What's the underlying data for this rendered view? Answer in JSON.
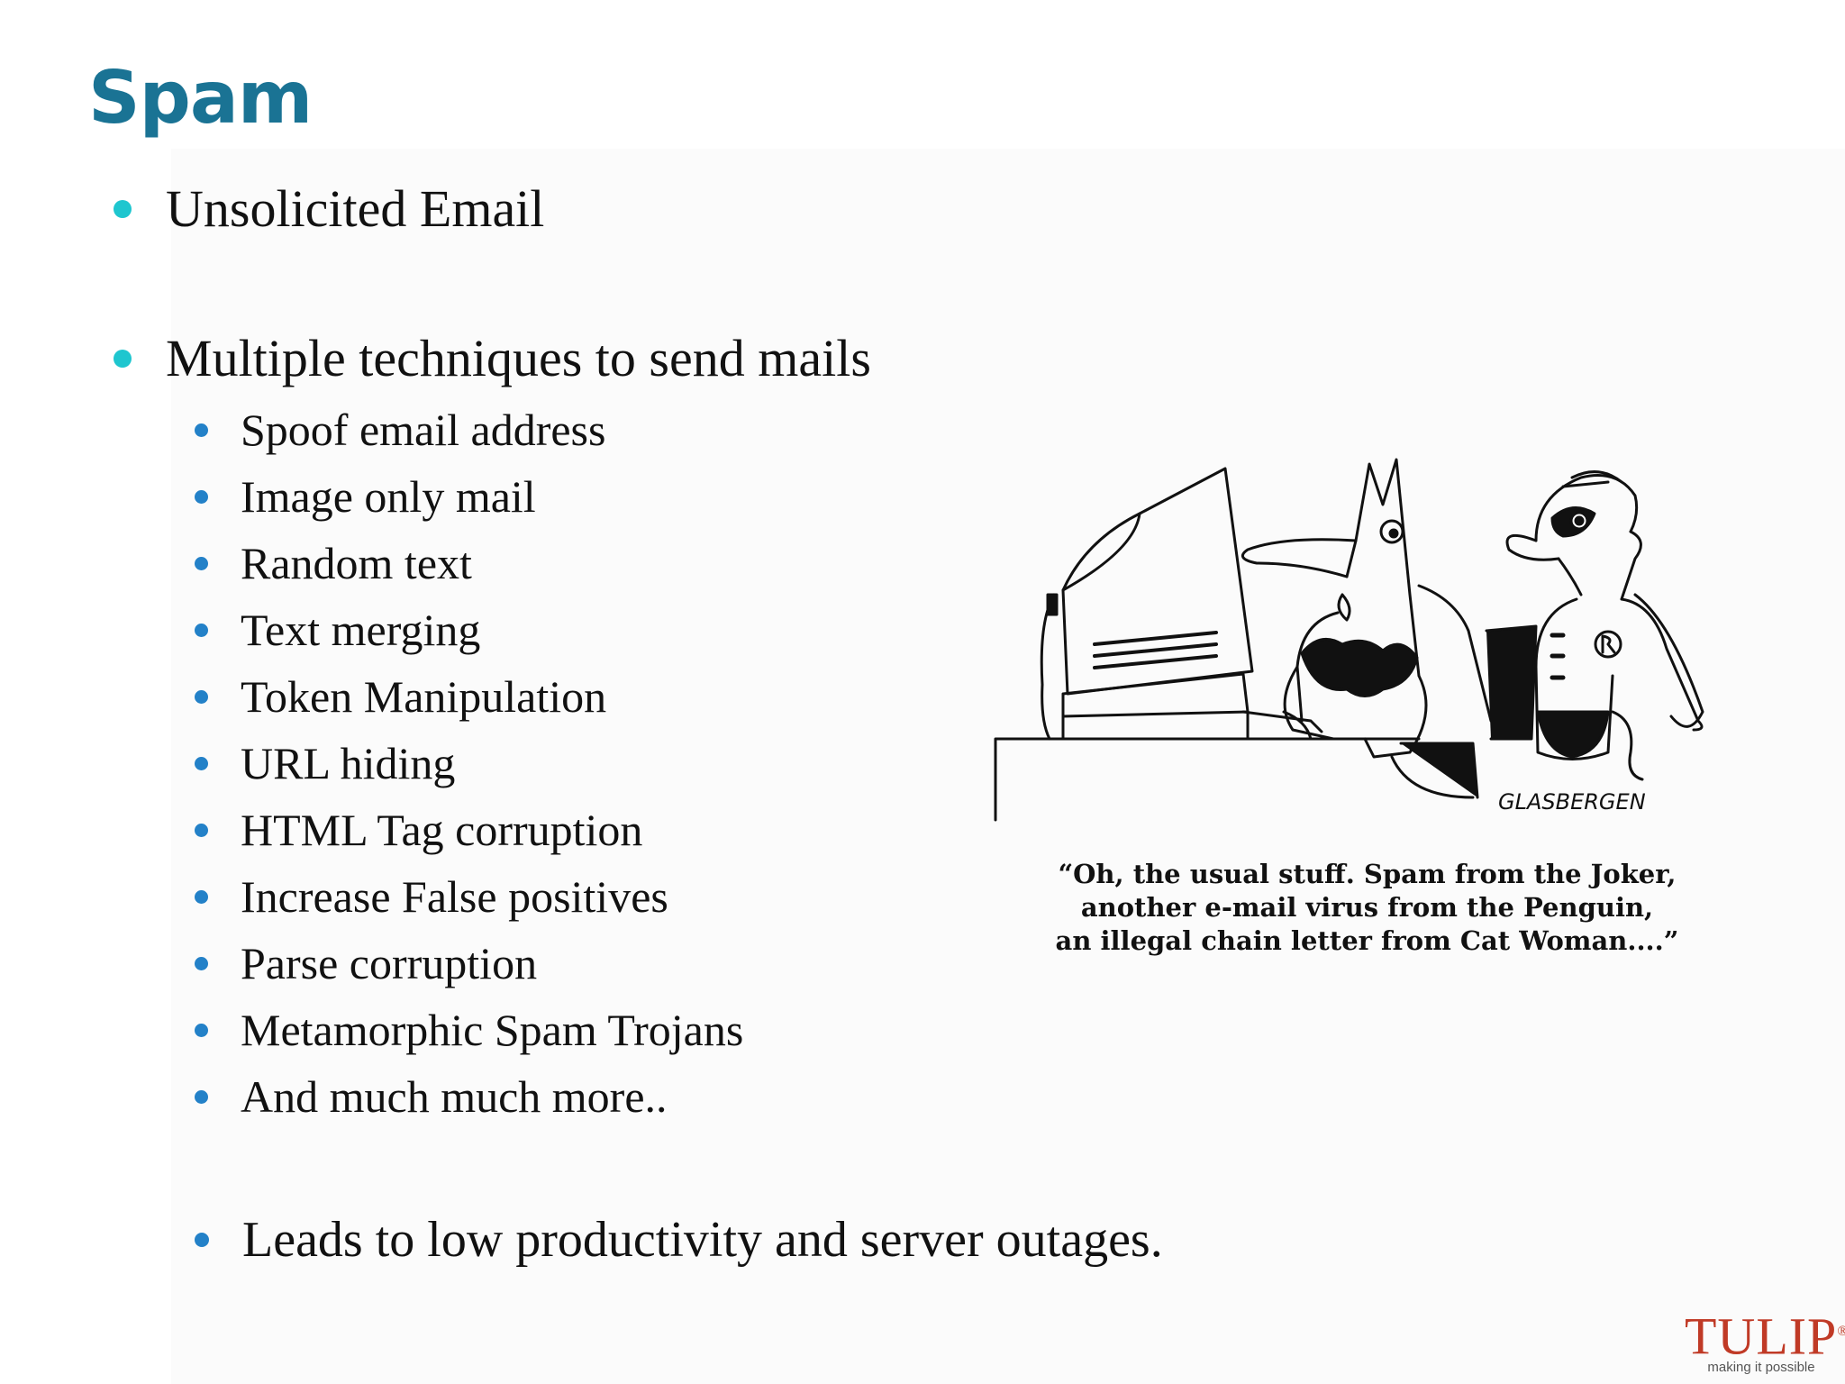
{
  "slide": {
    "title": "Spam",
    "bullets_level1": [
      "Unsolicited Email",
      "Multiple techniques to send mails"
    ],
    "techniques": [
      "Spoof email address",
      "Image only mail",
      "Random text",
      "Text merging",
      "Token Manipulation",
      "URL hiding",
      "HTML Tag corruption",
      "Increase False positives",
      "Parse corruption",
      "Metamorphic Spam Trojans",
      "And much much more.."
    ],
    "closing_bullet": "Leads to low productivity and server outages."
  },
  "cartoon": {
    "signature": "GLASBERGEN",
    "caption_lines": [
      "“Oh, the usual stuff. Spam from the Joker,",
      "another e-mail virus from the Penguin,",
      "an illegal chain letter from Cat Woman....”"
    ]
  },
  "logo": {
    "word": "TULIP",
    "mark": "®",
    "tagline": "making it possible"
  },
  "colors": {
    "title": "#1a7394",
    "bullet_level1": "#1ec6cf",
    "bullet_level2": "#2381c8",
    "logo": "#c03a26"
  }
}
